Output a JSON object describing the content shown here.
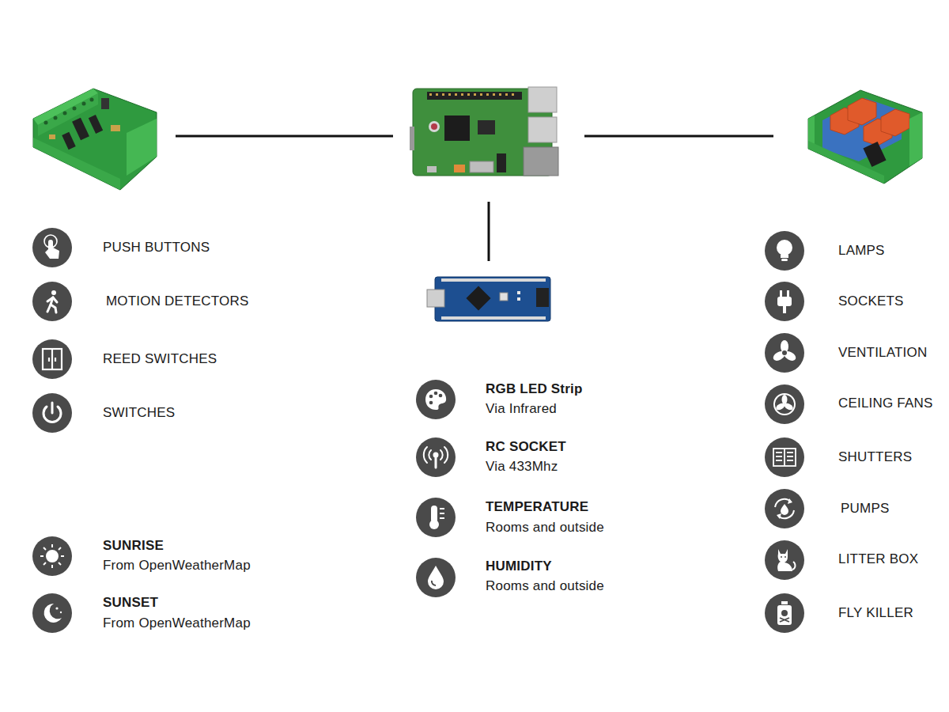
{
  "diagram": {
    "labels": [
      "PUSH BUTTONS",
      "MOTION DETECTORS",
      "REED SWITCHES",
      "SWITCHES",
      "SUNRISE",
      "From OpenWeatherMap",
      "SUNSET",
      "From OpenWeatherMap",
      "RGB LED Strip",
      "Via Infrared",
      "RC SOCKET",
      "Via 433Mhz",
      "TEMPERATURE",
      "Rooms and outside",
      "HUMIDITY",
      "Rooms and outside",
      "LAMPS",
      "SOCKETS",
      "VENTILATION",
      "CEILING FANS",
      "SHUTTERS",
      "PUMPS",
      "LITTER BOX",
      "FLY KILLER"
    ]
  }
}
